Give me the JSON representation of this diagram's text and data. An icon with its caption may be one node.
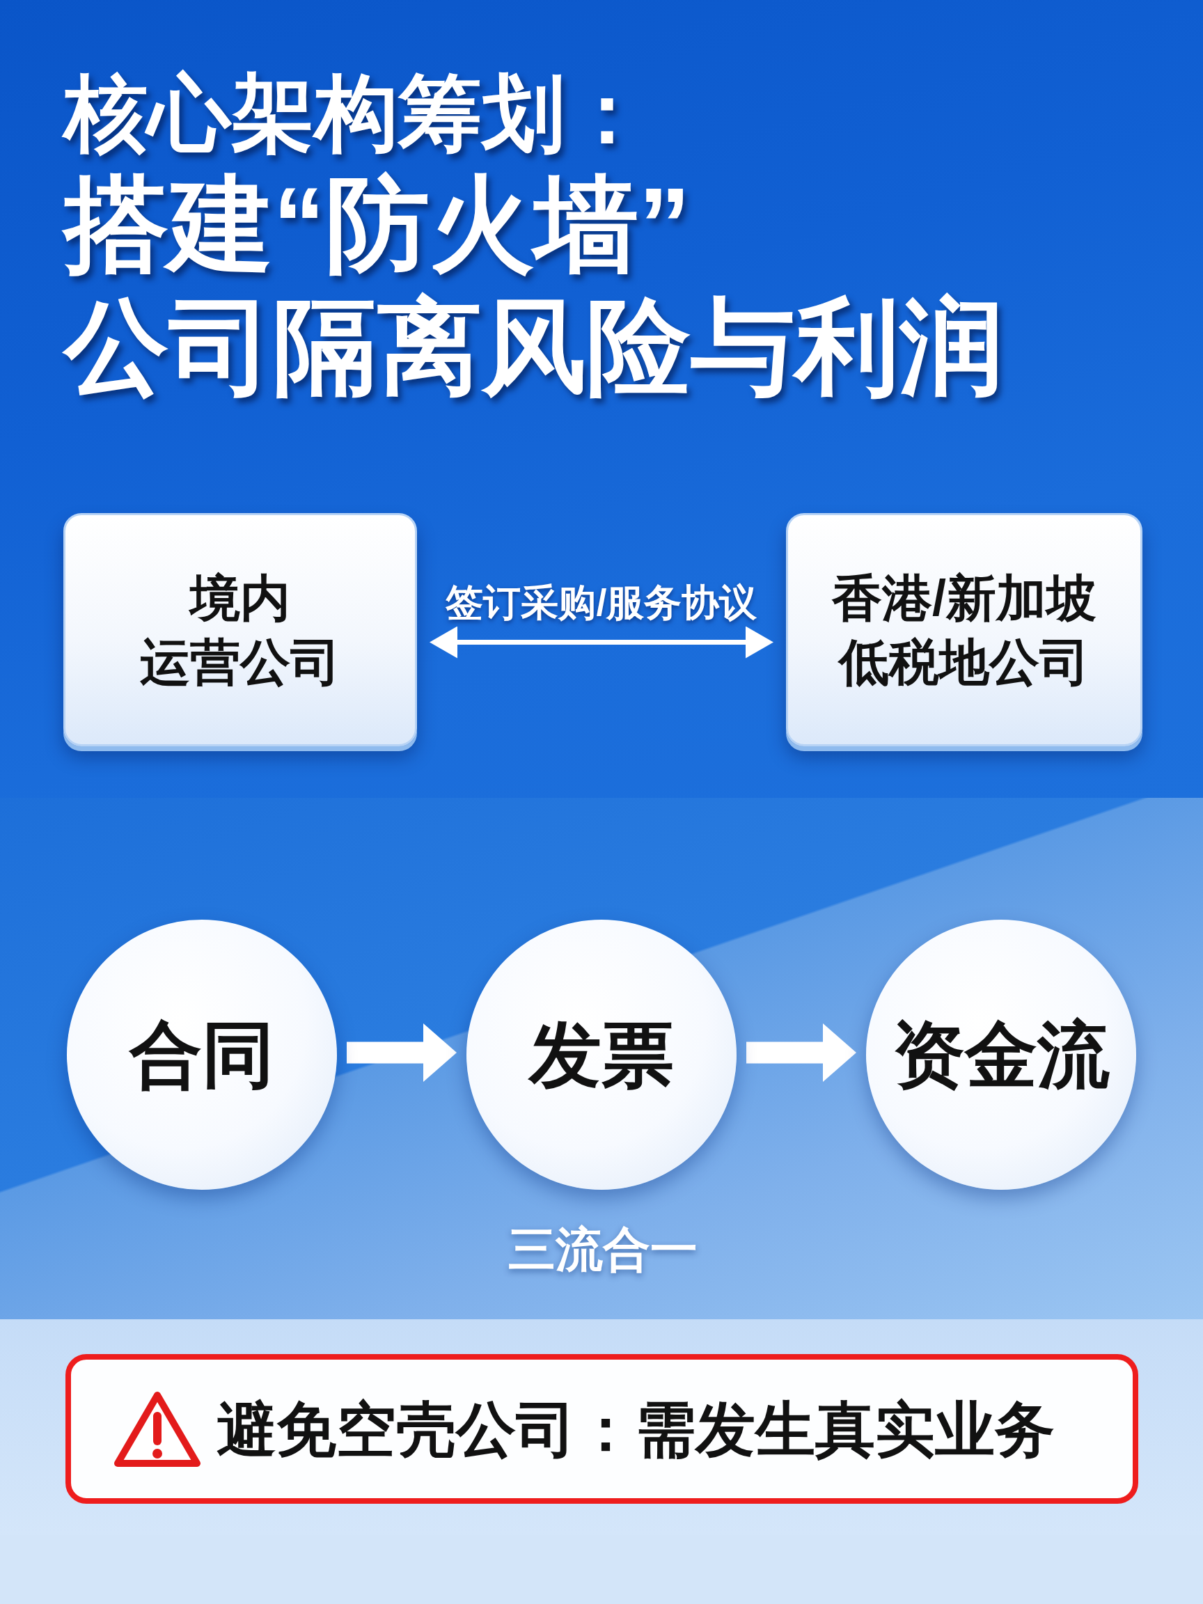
{
  "diagram": {
    "title": "核心架构筹划：搭建“防火墙”公司隔离风险与利润",
    "nodes": [
      {
        "text": [
          "境内运营公司"
        ]
      },
      {
        "text": [
          "香港/新加坡低税地公司"
        ]
      },
      {
        "text": [
          "合同"
        ]
      },
      {
        "text": [
          "发票"
        ]
      },
      {
        "text": [
          "资金流"
        ]
      },
      {
        "text": [
          "避免空壳公司：需发生真实业务"
        ]
      }
    ],
    "edges": [
      {
        "from": 0,
        "to": 1,
        "arrow": "both",
        "label": "签订采购/服务协议"
      },
      {
        "from": 2,
        "to": 3,
        "arrow": "to"
      },
      {
        "from": 3,
        "to": 4,
        "arrow": "to"
      }
    ],
    "labels": [
      "三流合一"
    ]
  }
}
